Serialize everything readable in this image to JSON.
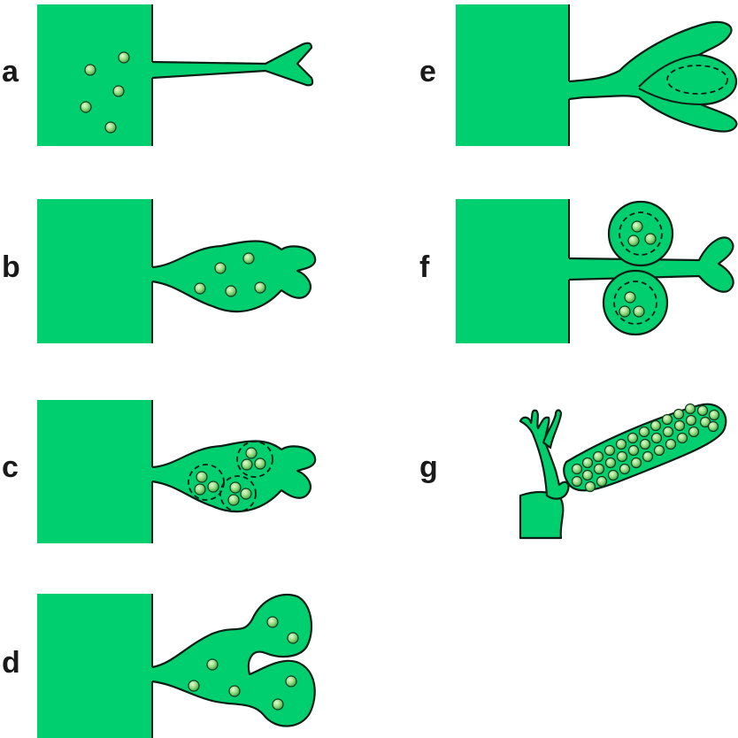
{
  "panels": {
    "a": {
      "label": "a"
    },
    "b": {
      "label": "b"
    },
    "c": {
      "label": "c"
    },
    "d": {
      "label": "d"
    },
    "e": {
      "label": "e"
    },
    "f": {
      "label": "f"
    },
    "g": {
      "label": "g"
    }
  },
  "colors": {
    "tissue_green": "#00cf6f",
    "outline": "#0d1f14",
    "grain_light": "#d9f7c8",
    "grain_dark": "#2e9a3e",
    "label": "#1a1a1a",
    "background": "#ffffff"
  }
}
